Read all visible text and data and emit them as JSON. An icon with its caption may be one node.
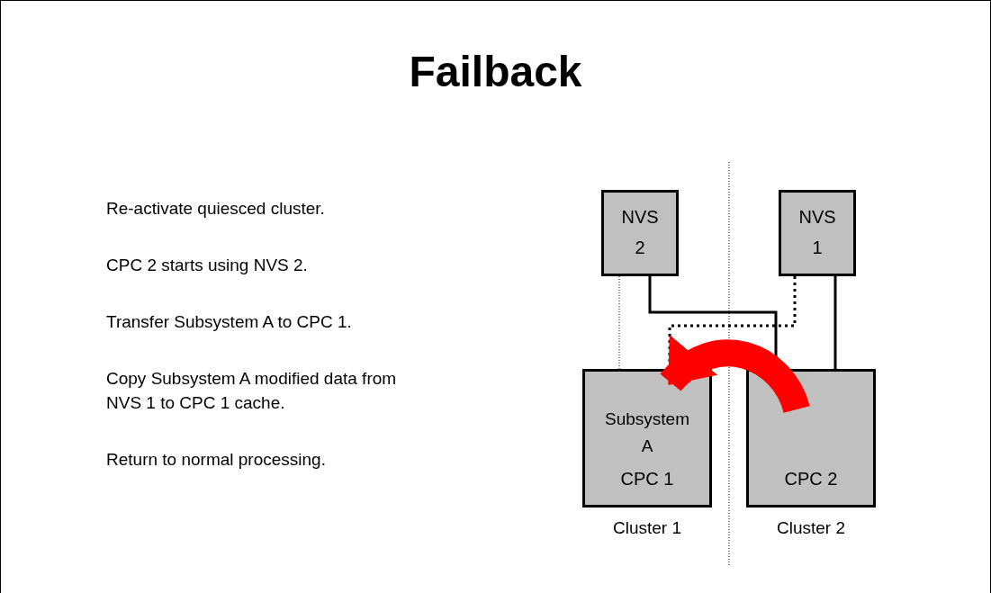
{
  "diagram": {
    "title": "Failback",
    "nodes": [
      {
        "text": [
          "NVS 2"
        ]
      },
      {
        "text": [
          "NVS 1"
        ]
      },
      {
        "text": [
          "Subsystem A",
          "CPC 1"
        ],
        "beside": [
          "Cluster 1"
        ]
      },
      {
        "text": [
          "CPC 2"
        ],
        "beside": [
          "Cluster 2"
        ]
      }
    ],
    "edges": [
      {
        "from": 0,
        "to": 2,
        "arrow": "none",
        "style": "dashed"
      },
      {
        "from": 0,
        "to": 3,
        "arrow": "none"
      },
      {
        "from": 1,
        "to": 2,
        "arrow": "none",
        "style": "dashed"
      },
      {
        "from": 1,
        "to": 3,
        "arrow": "none"
      },
      {
        "from": 3,
        "to": 2,
        "arrow": "to",
        "style": "thick",
        "color": "#ff0000"
      }
    ],
    "labels": [
      "Re-activate quiesced cluster.",
      "CPC 2 starts using NVS 2.",
      "Transfer Subsystem A to CPC 1.",
      "Copy Subsystem A modified data from NVS 1 to CPC 1 cache.",
      "Return to normal processing."
    ]
  }
}
